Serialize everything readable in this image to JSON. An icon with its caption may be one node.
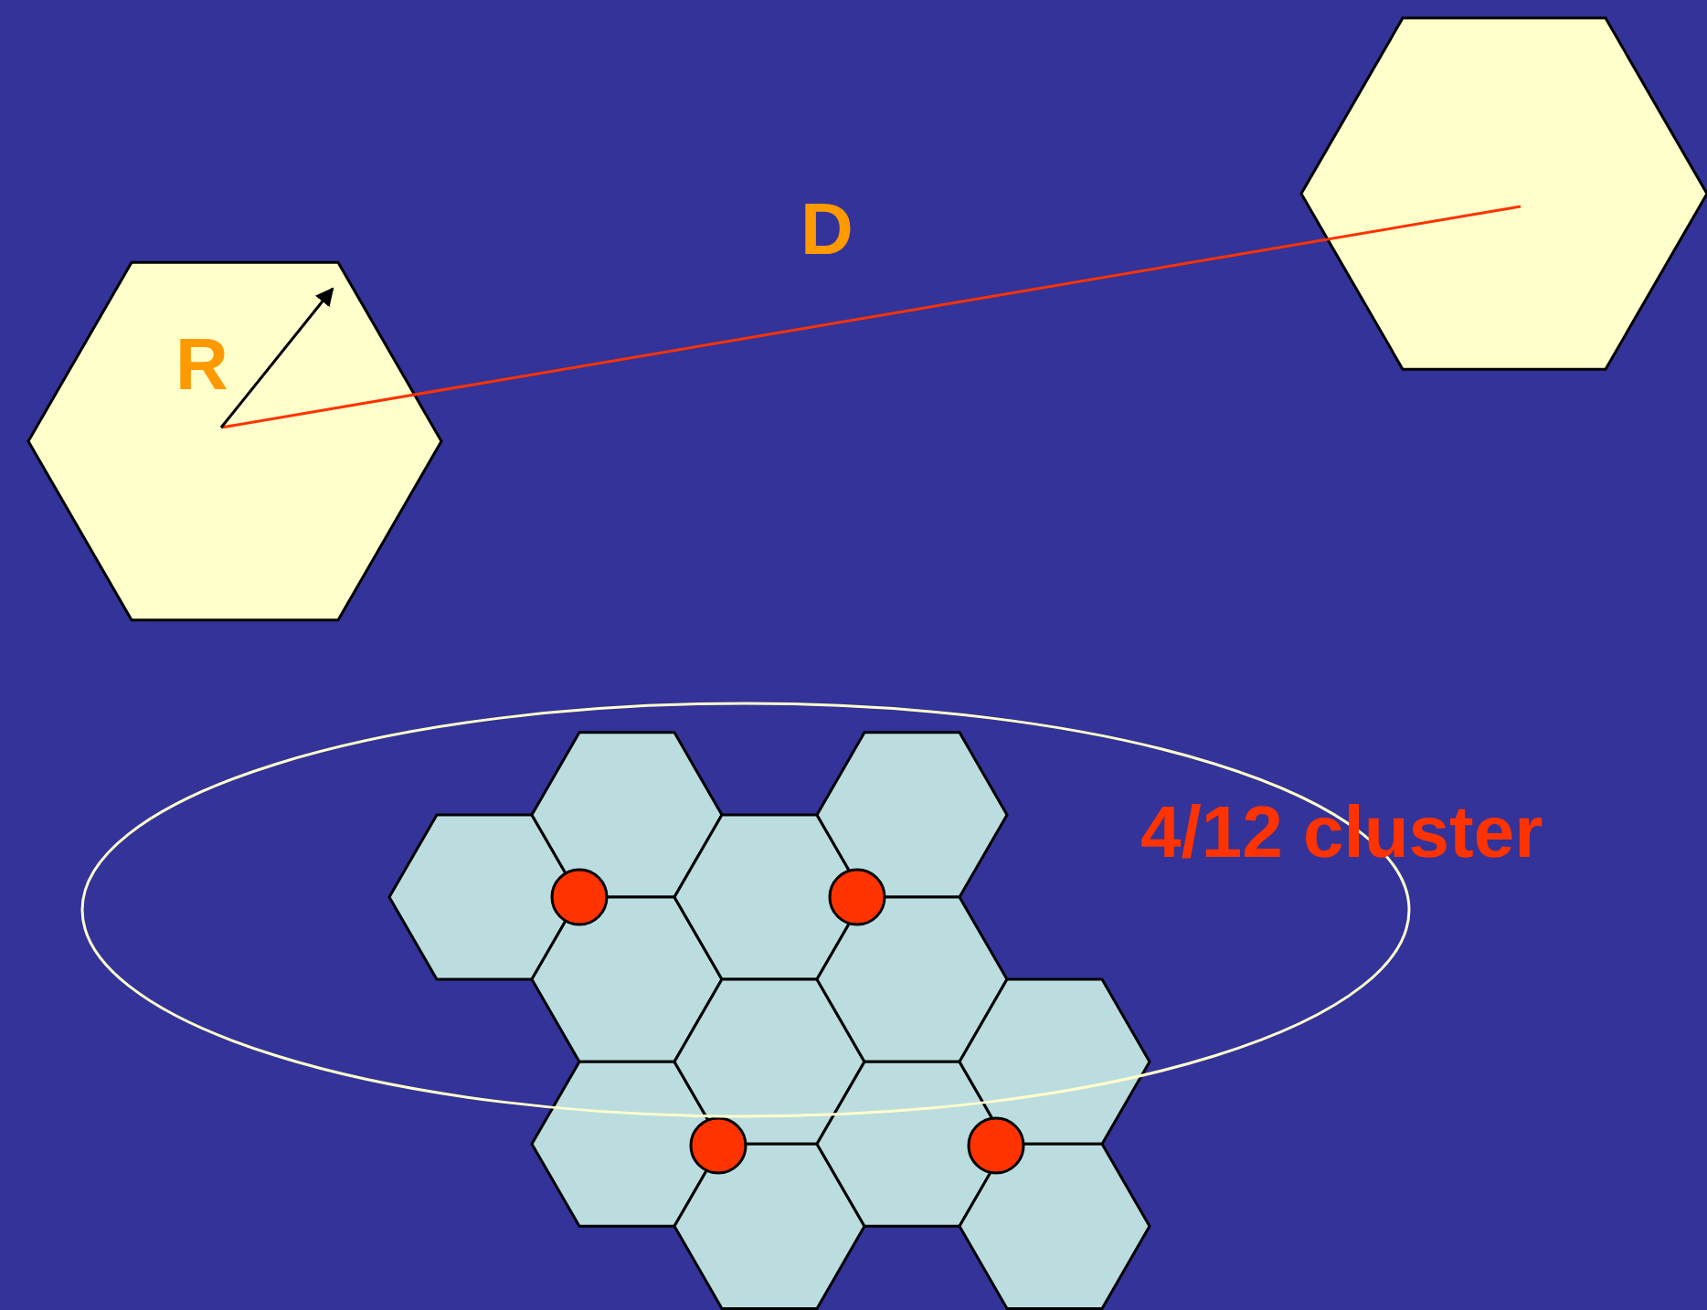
{
  "diagram": {
    "labels": [
      "D",
      "R",
      "4/12 cluster"
    ]
  }
}
